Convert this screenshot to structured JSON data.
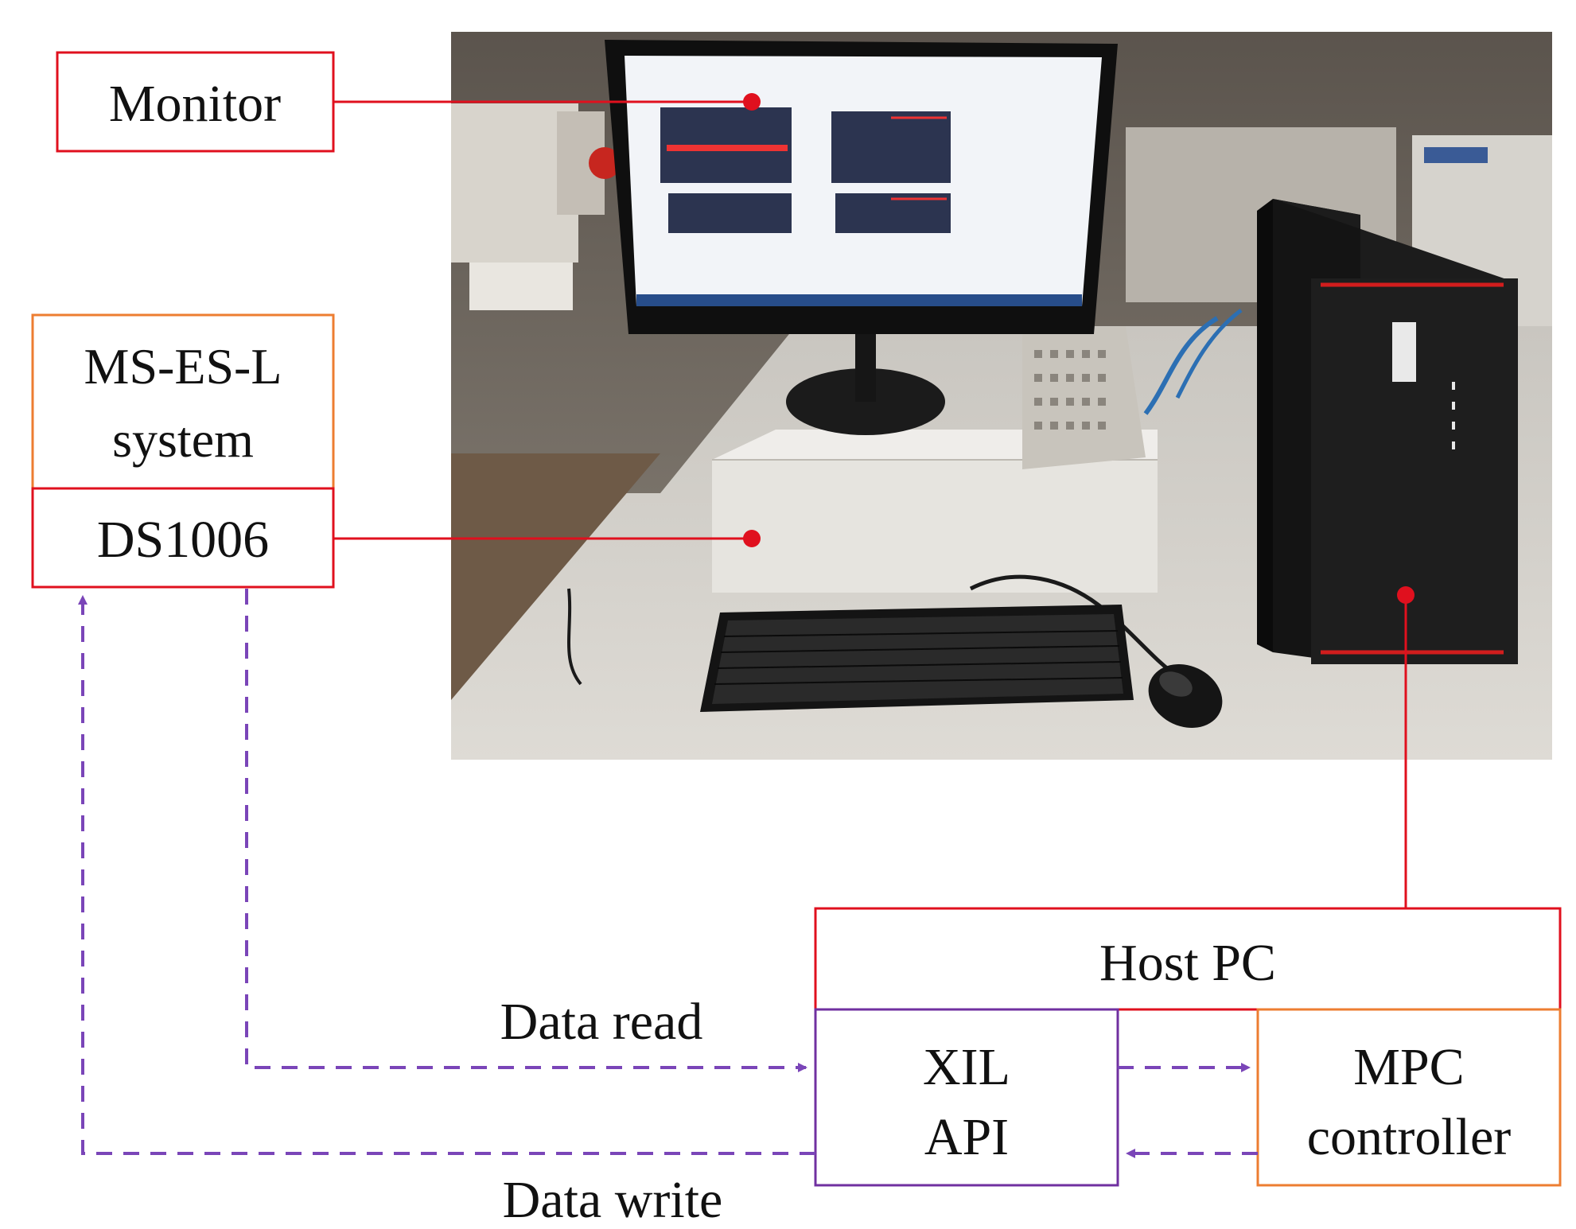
{
  "labels": {
    "monitor": "Monitor",
    "ms_es_l_line1": "MS-ES-L",
    "ms_es_l_line2": "system",
    "ds1006": "DS1006",
    "host_pc": "Host PC",
    "xil_line1": "XIL",
    "xil_line2": "API",
    "mpc_line1": "MPC",
    "mpc_line2": "controller",
    "data_read": "Data read",
    "data_write": "Data write"
  },
  "colors": {
    "red_box": "#e0101e",
    "orange_box": "#ed7d31",
    "purple_box": "#7030a0",
    "arrow_dashed": "#7a45b8"
  },
  "photo": {
    "contents": [
      "monitor-icon",
      "realtime-target-box-icon",
      "tower-pc-icon",
      "keyboard-icon",
      "mouse-icon",
      "io-board-icon"
    ]
  }
}
